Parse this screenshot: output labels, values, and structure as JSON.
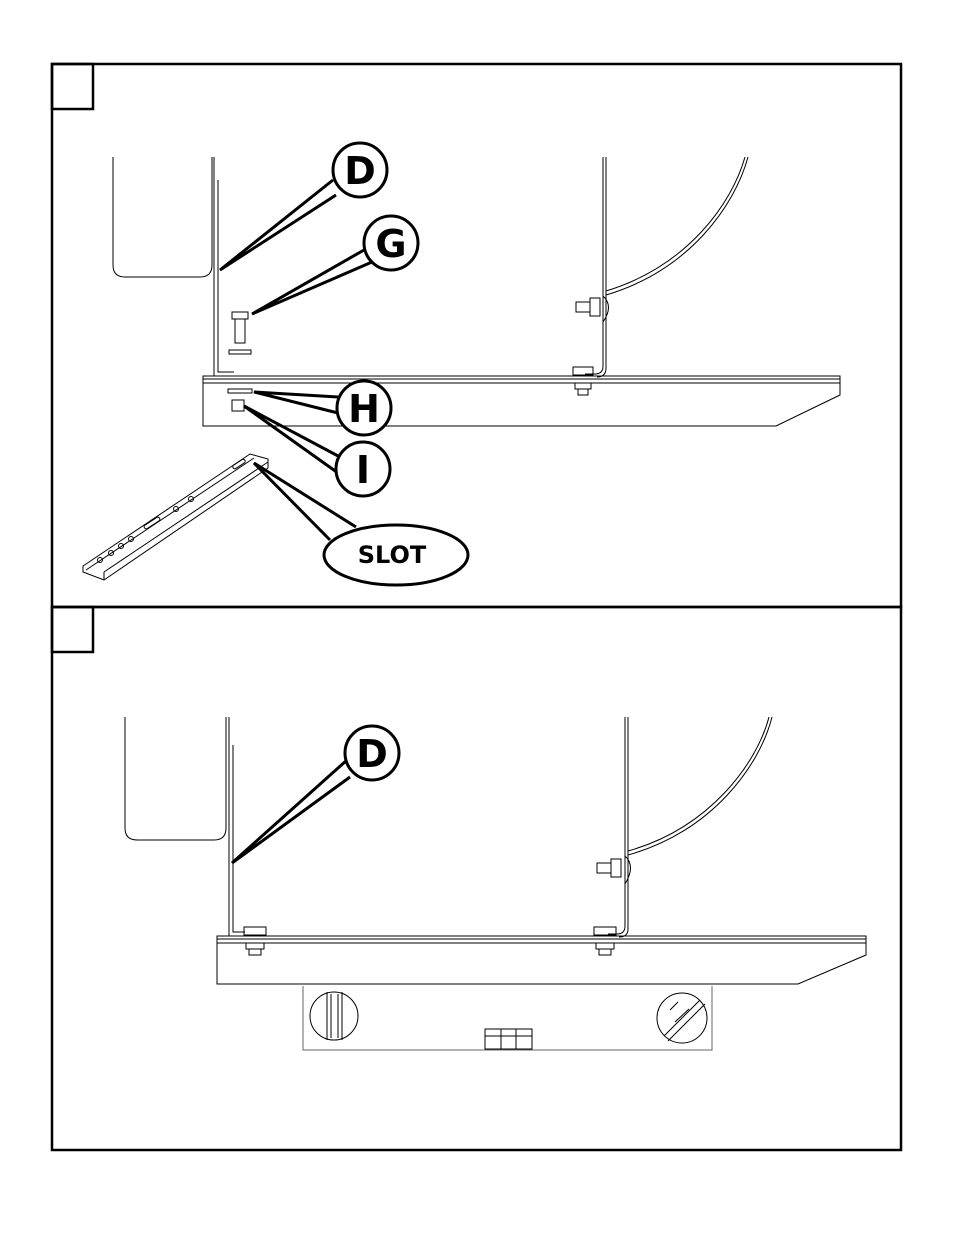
{
  "panel_top": {
    "step_number": "",
    "callouts": {
      "d": "D",
      "g": "G",
      "h": "H",
      "i": "I",
      "slot": "SLOT"
    }
  },
  "panel_bottom": {
    "step_number": "",
    "callouts": {
      "d": "D"
    }
  }
}
